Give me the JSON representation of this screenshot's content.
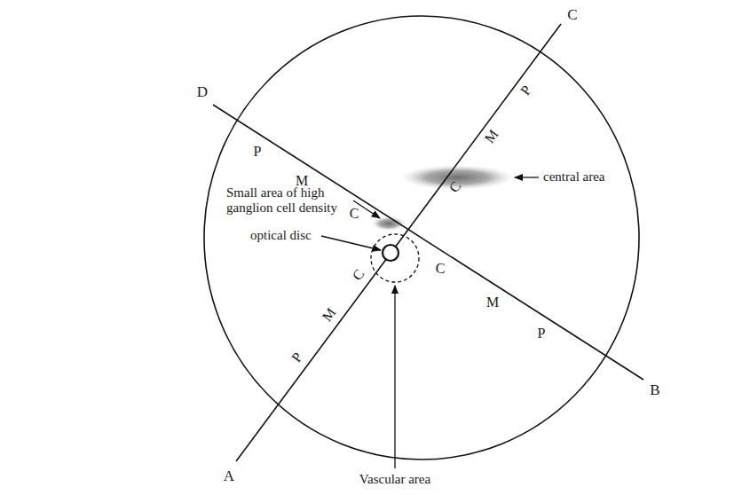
{
  "diagram": {
    "labels": [
      "C",
      "D",
      "A",
      "B",
      "P",
      "M",
      "C",
      "C",
      "M",
      "P",
      "P",
      "M",
      "C",
      "C",
      "M",
      "P",
      "Small area of high ganglion cell density",
      "optical disc",
      "central area",
      "Vascular area"
    ]
  }
}
